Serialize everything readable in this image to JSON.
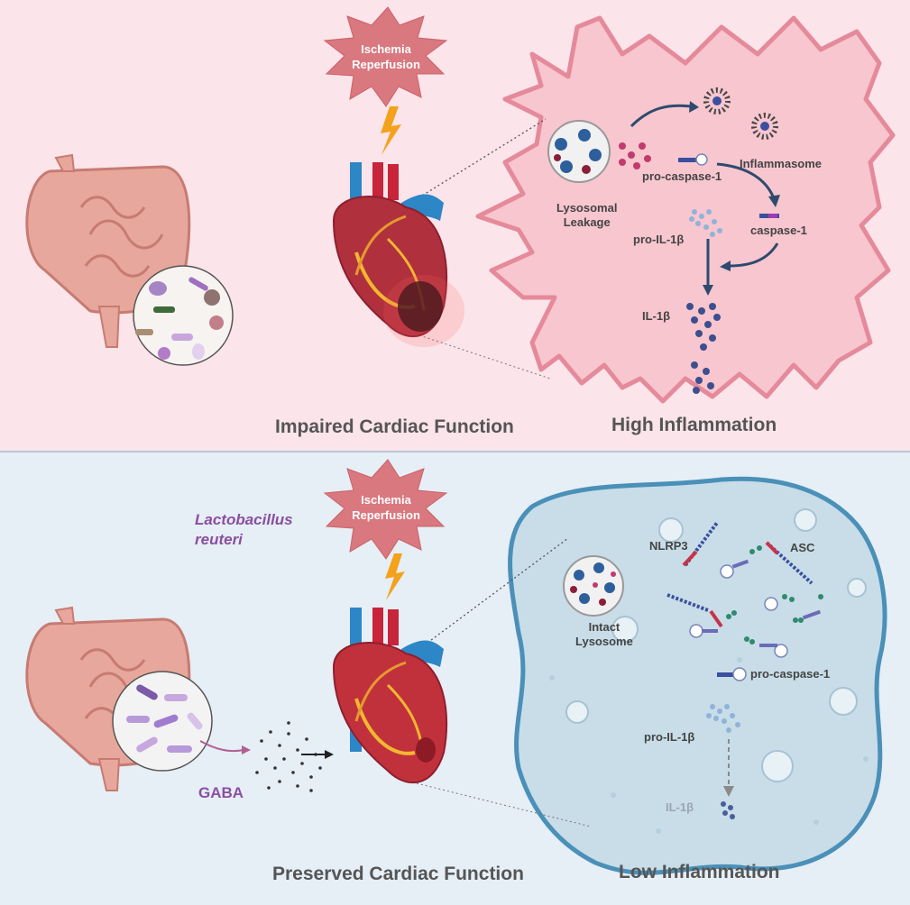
{
  "top": {
    "stress_line1": "Ischemia",
    "stress_line2": "Reperfusion",
    "left_caption": "Impaired Cardiac Function",
    "right_caption": "High Inflammation",
    "labels": {
      "lysosome_line1": "Lysosomal",
      "lysosome_line2": "Leakage",
      "pro_caspase": "pro-caspase-1",
      "inflammasome": "Inflammasome",
      "caspase": "caspase-1",
      "pro_il": "pro-IL-1β",
      "il": "IL-1β"
    },
    "colors": {
      "background": "#fbe4ea",
      "cell": "#f7c6cf",
      "cell_outline": "#e58a9b"
    }
  },
  "bottom": {
    "stress_line1": "Ischemia",
    "stress_line2": "Reperfusion",
    "left_caption": "Preserved Cardiac Function",
    "right_caption": "Low Inflammation",
    "bacteria_line1": "Lactobacillus",
    "bacteria_line2": "reuteri",
    "gaba": "GABA",
    "labels": {
      "nlrp3": "NLRP3",
      "asc": "ASC",
      "lysosome_line1": "Intact",
      "lysosome_line2": "Lysosome",
      "pro_caspase": "pro-caspase-1",
      "pro_il": "pro-IL-1β",
      "il": "IL-1β"
    },
    "colors": {
      "background": "#e6eef6",
      "cell": "#c8dde8",
      "cell_outline": "#4a90b8",
      "bacteria_label": "#8a4fa0"
    }
  }
}
